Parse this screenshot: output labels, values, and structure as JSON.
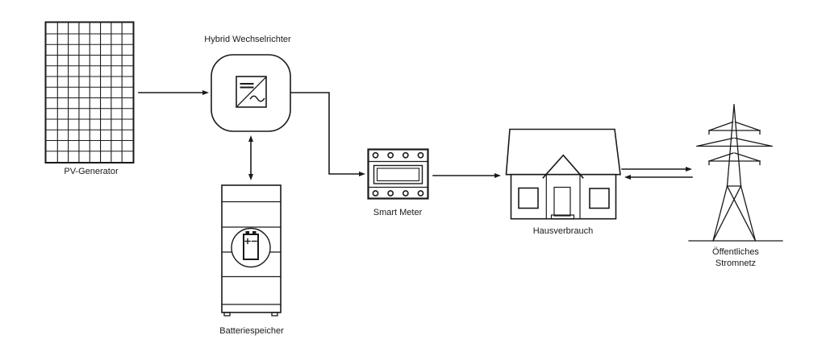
{
  "diagram": {
    "type": "energy-flow-diagram",
    "background_color": "#ffffff",
    "line_color": "#1a1a1a",
    "nodes": {
      "pv_generator": {
        "label": "PV-Generator",
        "icon": "solar-panel-icon",
        "grid_columns": 8,
        "grid_rows": 13
      },
      "hybrid_inverter": {
        "label": "Hybrid Wechselrichter",
        "icon": "inverter-icon",
        "symbol_dc": "=",
        "symbol_ac": "~"
      },
      "battery_storage": {
        "label": "Batteriespeicher",
        "icon": "battery-tower-icon",
        "modules": 5
      },
      "smart_meter": {
        "label": "Smart Meter",
        "icon": "meter-icon",
        "terminals_per_row": 4,
        "terminal_rows": 2
      },
      "house": {
        "label": "Hausverbrauch",
        "icon": "house-icon"
      },
      "public_grid": {
        "label_line1": "Öffentliches",
        "label_line2": "Stromnetz",
        "icon": "transmission-tower-icon"
      }
    },
    "connections": [
      {
        "from": "PV-Generator",
        "to": "Hybrid Wechselrichter",
        "direction": "one-way"
      },
      {
        "from": "Hybrid Wechselrichter",
        "to": "Batteriespeicher",
        "direction": "bidirectional"
      },
      {
        "from": "Hybrid Wechselrichter",
        "to": "Smart Meter",
        "direction": "one-way"
      },
      {
        "from": "Smart Meter",
        "to": "Hausverbrauch",
        "direction": "one-way"
      },
      {
        "from": "Hausverbrauch",
        "to": "Öffentliches Stromnetz",
        "direction": "bidirectional"
      }
    ]
  }
}
